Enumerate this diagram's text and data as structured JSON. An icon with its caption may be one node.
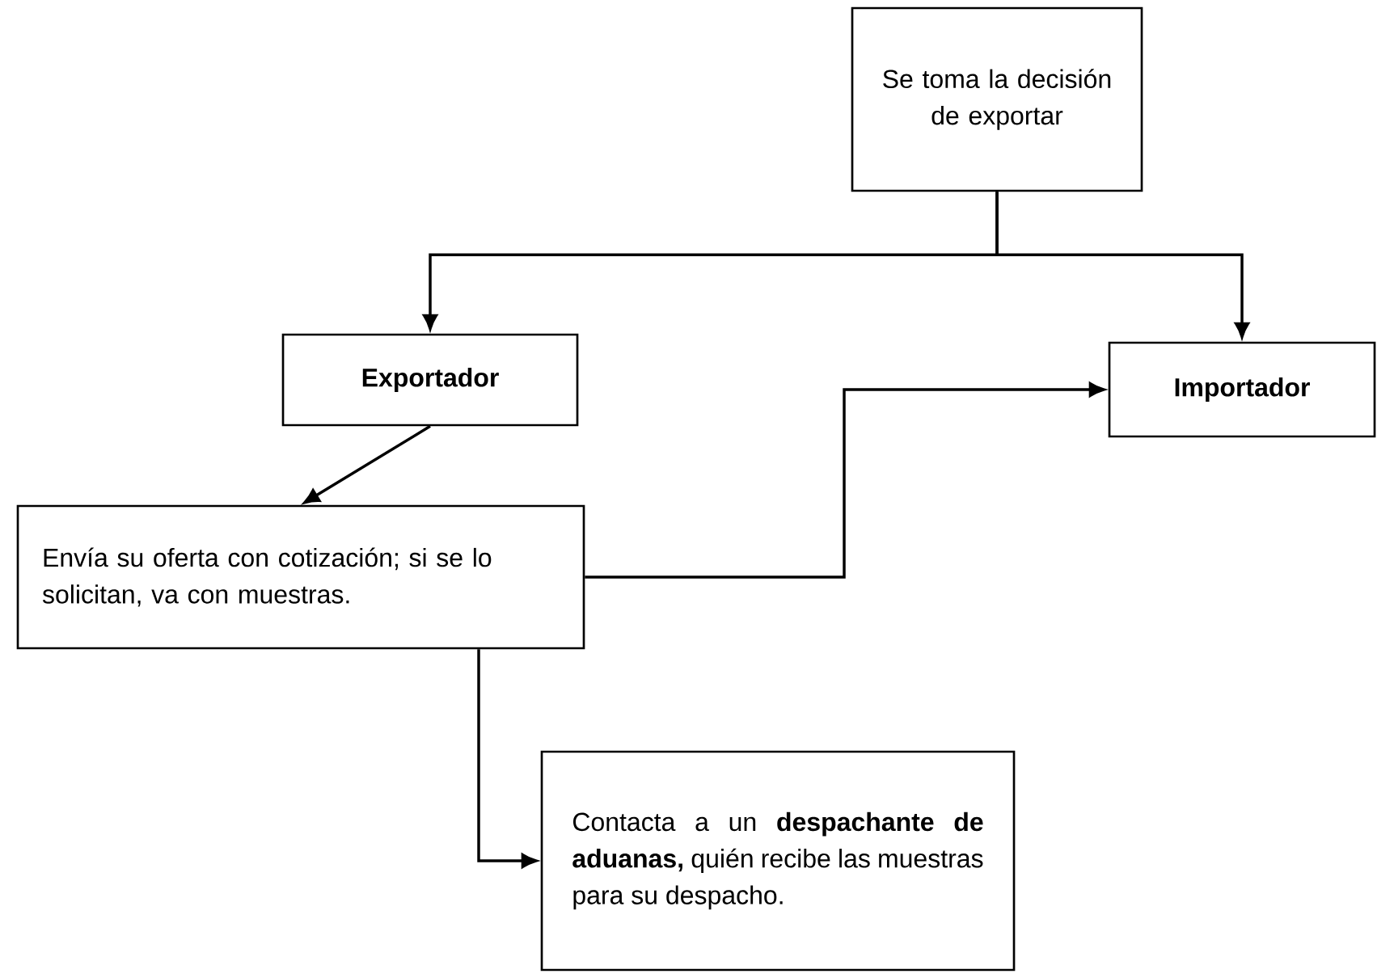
{
  "diagram": {
    "nodes": [
      {
        "text": [
          "Se toma la decisión de exportar"
        ]
      },
      {
        "text": [
          "Exportador"
        ]
      },
      {
        "text": [
          "Importador"
        ]
      },
      {
        "text": [
          "Envía su oferta con cotización; si se lo solicitan, va con muestras."
        ]
      },
      {
        "text": [
          "Contacta a un **despachante de aduanas,** quién recibe las muestras para su despacho."
        ]
      }
    ],
    "edges": [
      {
        "from": 0,
        "to": 1,
        "arrow": "to"
      },
      {
        "from": 0,
        "to": 2,
        "arrow": "to"
      },
      {
        "from": 1,
        "to": 3,
        "arrow": "to"
      },
      {
        "from": 3,
        "to": 2,
        "arrow": "to"
      },
      {
        "from": 3,
        "to": 4,
        "arrow": "to"
      }
    ]
  }
}
